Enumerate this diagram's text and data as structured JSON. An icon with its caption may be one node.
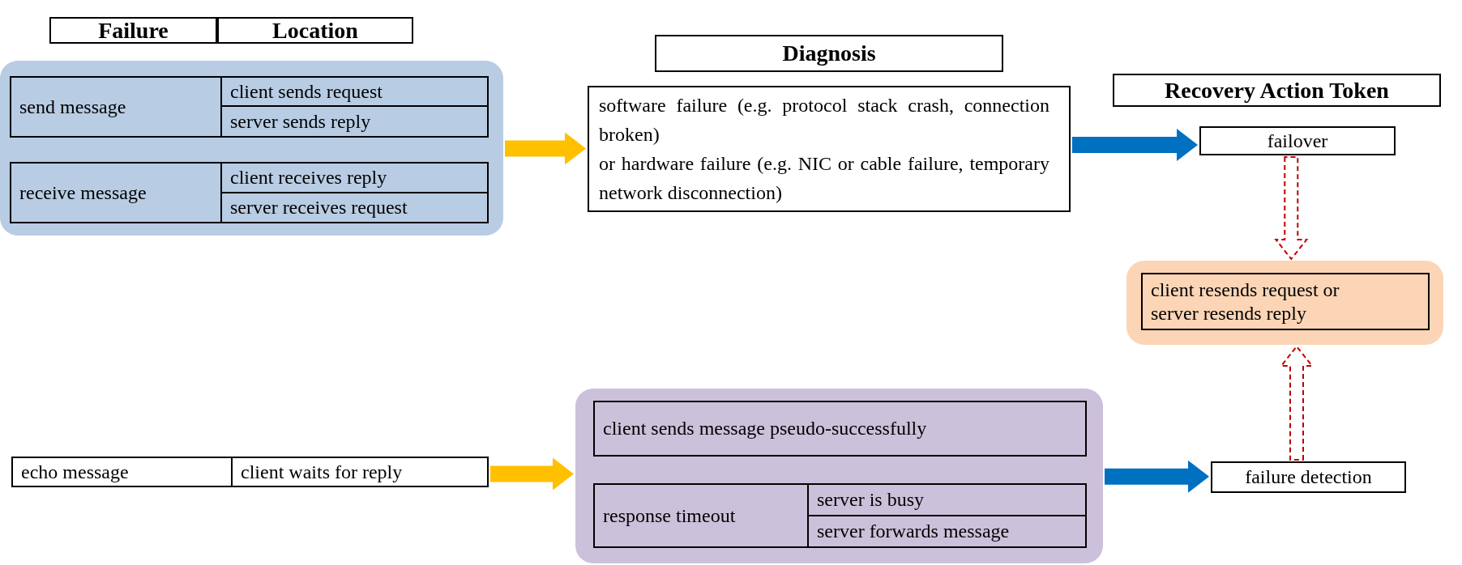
{
  "diagram": {
    "nodes": [
      {
        "text": [
          "Failure"
        ]
      },
      {
        "text": [
          "Location"
        ]
      },
      {
        "text": [
          "Diagnosis"
        ]
      },
      {
        "text": [
          "Recovery Action Token"
        ]
      },
      {
        "text": [],
        "shape": "box"
      },
      {
        "text": [
          "send message"
        ],
        "in": 4
      },
      {
        "text": [
          "client sends request"
        ],
        "in": 4
      },
      {
        "text": [
          "server sends reply"
        ],
        "in": 4
      },
      {
        "text": [
          "receive message"
        ],
        "in": 4
      },
      {
        "text": [
          "client receives reply"
        ],
        "in": 4
      },
      {
        "text": [
          "server receives request"
        ],
        "in": 4
      },
      {
        "text": [
          "software failure (e.g. protocol stack crash, connection broken)",
          "or hardware failure (e.g. NIC or cable failure, temporary network disconnection)"
        ]
      },
      {
        "text": [
          "failover"
        ]
      },
      {
        "text": [],
        "shape": "box"
      },
      {
        "text": [
          "client resends request or server resends reply"
        ],
        "in": 13
      },
      {
        "text": [
          "echo message"
        ]
      },
      {
        "text": [
          "client waits for reply"
        ]
      },
      {
        "text": [],
        "shape": "box"
      },
      {
        "text": [
          "client sends message pseudo-successfully"
        ],
        "in": 17
      },
      {
        "text": [
          "response timeout"
        ],
        "in": 17
      },
      {
        "text": [
          "server is busy"
        ],
        "in": 17
      },
      {
        "text": [
          "server forwards message"
        ],
        "in": 17
      },
      {
        "text": [
          "failure detection"
        ]
      }
    ],
    "edges": [
      {
        "from": 4,
        "to": 11,
        "arrow": "to",
        "color": "#ffc000"
      },
      {
        "from": 11,
        "to": 12,
        "arrow": "to",
        "color": "#0070c0"
      },
      {
        "from": 12,
        "to": 13,
        "arrow": "to",
        "style": "dashed",
        "color": "#c00000"
      },
      {
        "from": 16,
        "to": 17,
        "arrow": "to",
        "color": "#ffc000"
      },
      {
        "from": 17,
        "to": 22,
        "arrow": "to",
        "color": "#0070c0"
      },
      {
        "from": 22,
        "to": 13,
        "arrow": "to",
        "style": "dashed",
        "color": "#c00000"
      }
    ]
  }
}
